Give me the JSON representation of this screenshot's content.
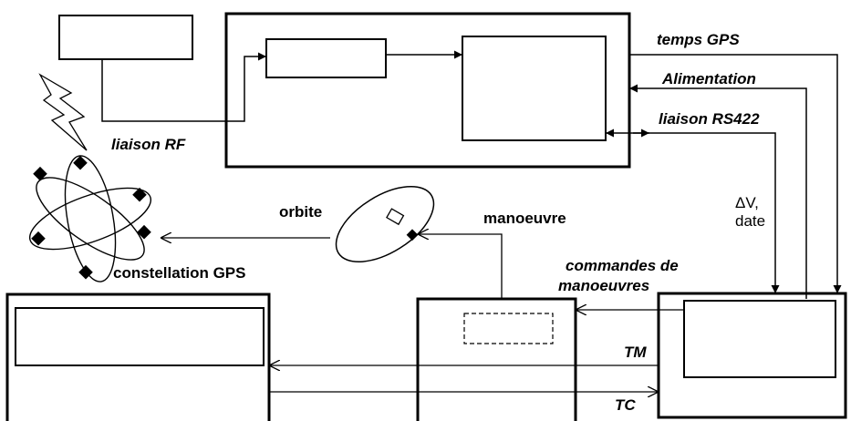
{
  "labels": {
    "temps_gps": "temps GPS",
    "alimentation": "Alimentation",
    "liaison_rs422": "liaison RS422",
    "liaison_rf": "liaison RF",
    "delta_v": "ΔV,",
    "date": "date",
    "orbite": "orbite",
    "manoeuvre": "manoeuvre",
    "constellation_gps": "constellation  GPS",
    "commandes_de": "commandes de",
    "manoeuvres": "manoeuvres",
    "tm": "TM",
    "tc": "TC"
  }
}
